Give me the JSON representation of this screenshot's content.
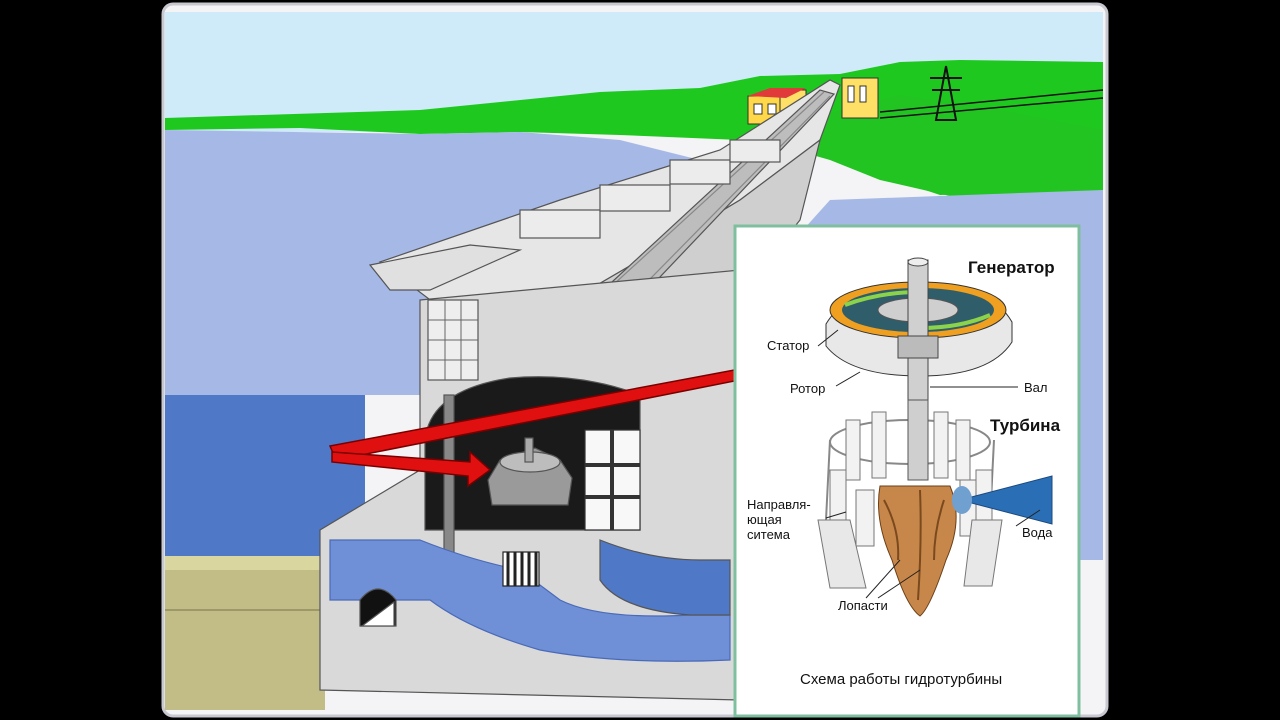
{
  "inset": {
    "caption": "Схема работы гидротурбины",
    "labels": {
      "generator": "Генератор",
      "stator": "Статор",
      "rotor": "Ротор",
      "shaft": "Вал",
      "turbine": "Турбина",
      "guide_line1": "Направля-",
      "guide_line2": "ющая",
      "guide_line3": "ситема",
      "water": "Вода",
      "blades": "Лопасти"
    }
  },
  "colors": {
    "background": "#000000",
    "sky": "#cfeaf8",
    "grass": "#1fc81f",
    "reservoir": "#a6b8e6",
    "river": "#5f86cc",
    "riverbank": "#c7c48c",
    "dam": "#d9d9d9",
    "arrow": "#e01010",
    "water_jet": "#2a6fb5",
    "blades": "#c8874a",
    "stator_ring": "#f0a020"
  }
}
